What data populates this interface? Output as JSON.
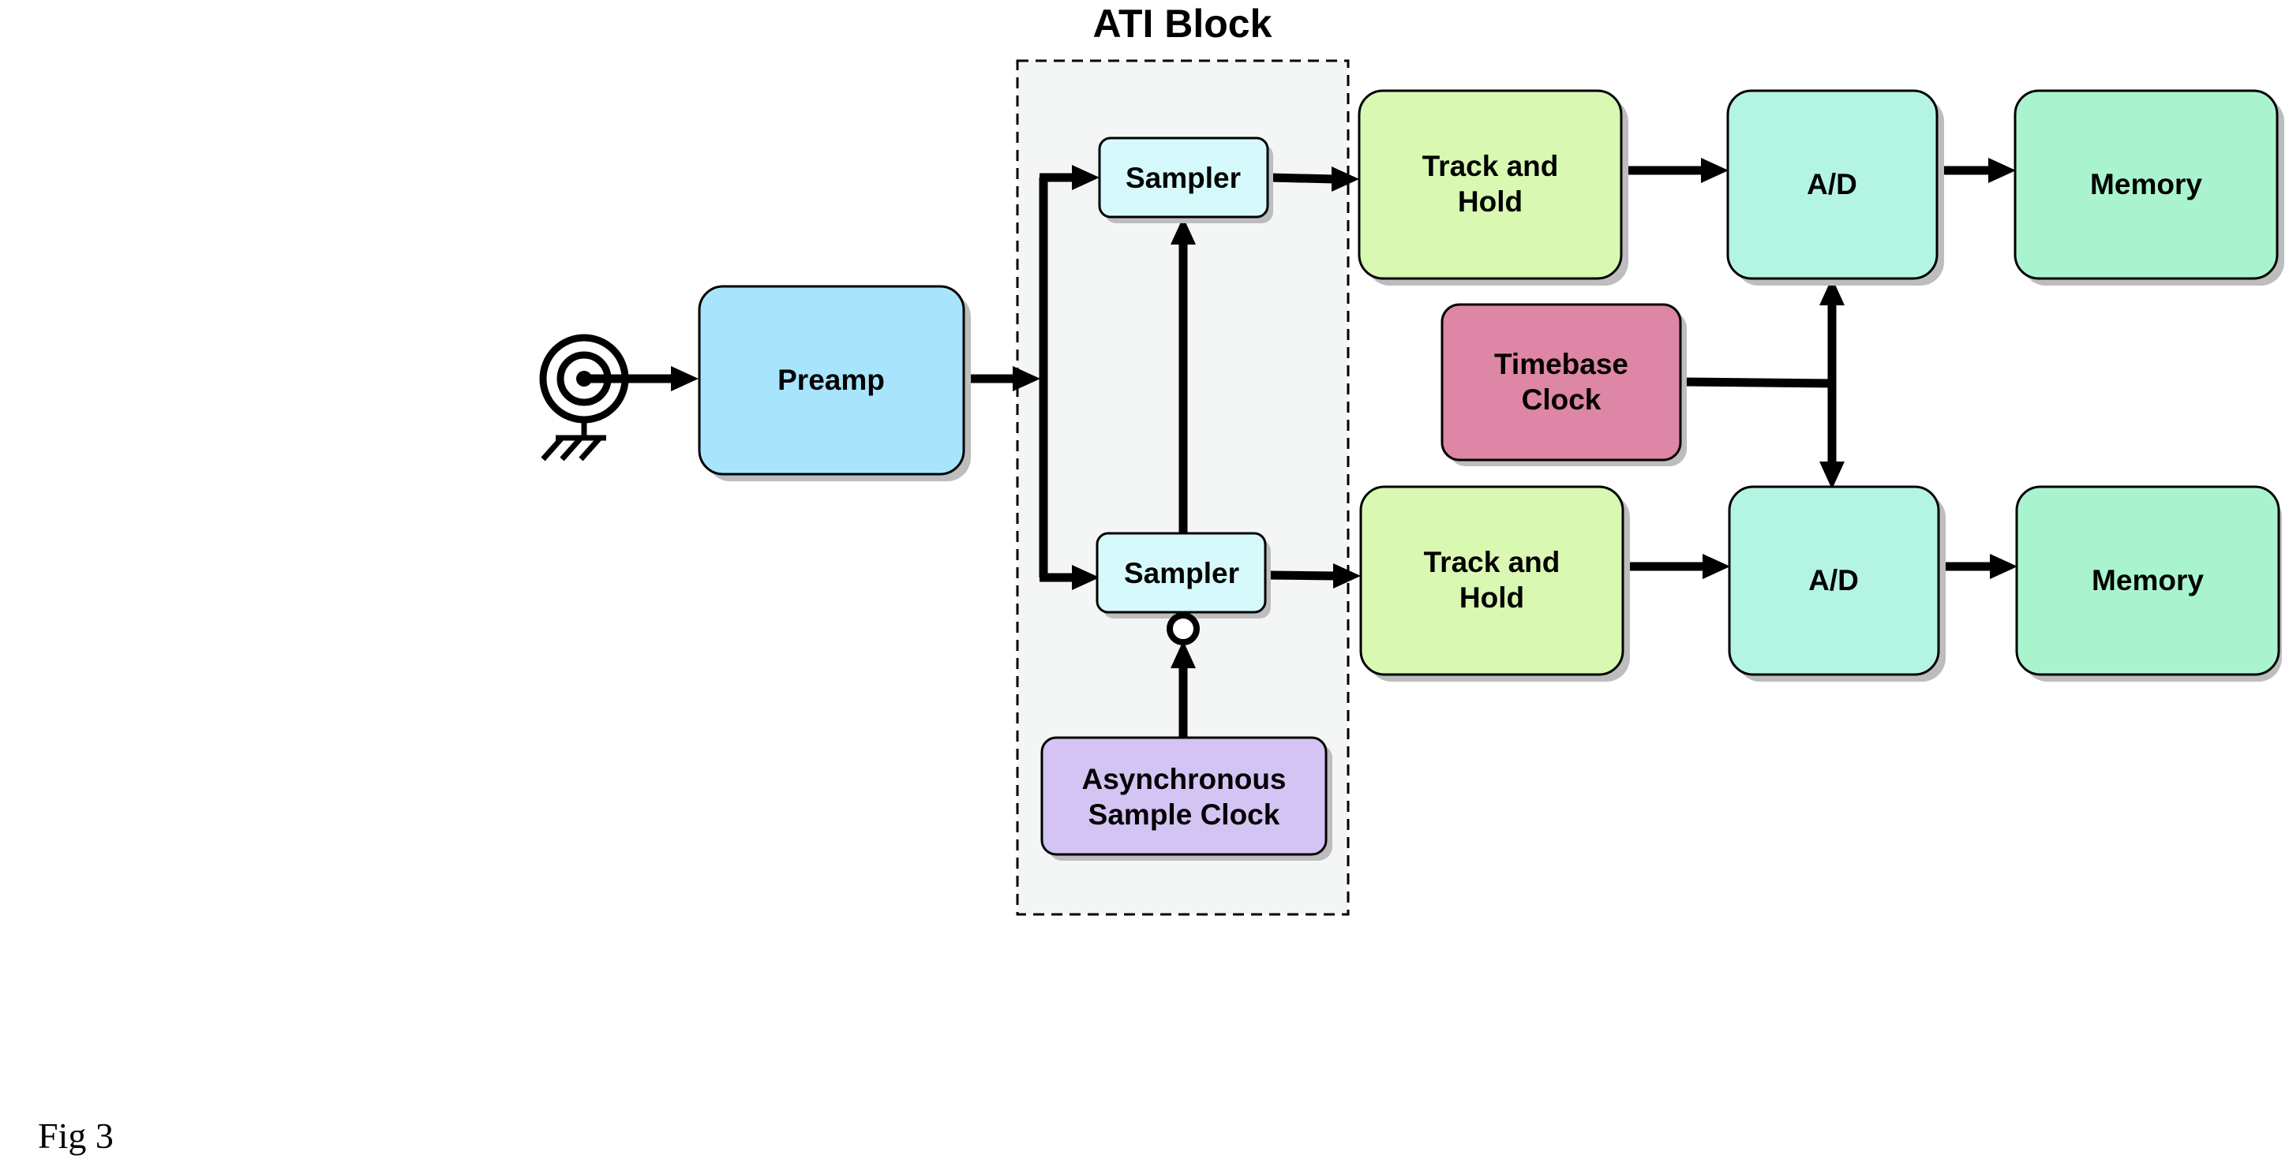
{
  "title": "ATI Block",
  "caption": "Fig 3",
  "blocks": {
    "preamp": {
      "label": "Preamp",
      "color": "#a8e4fc"
    },
    "sampler_top": {
      "label": "Sampler",
      "color": "#d6fafc"
    },
    "sampler_bottom": {
      "label": "Sampler",
      "color": "#d6fafc"
    },
    "async_clock": {
      "label_line1": "Asynchronous",
      "label_line2": "Sample Clock",
      "color": "#d3c4f3"
    },
    "track_hold_top": {
      "label_line1": "Track and",
      "label_line2": "Hold",
      "color": "#d9f8b2"
    },
    "track_hold_bottom": {
      "label_line1": "Track and",
      "label_line2": "Hold",
      "color": "#d9f8b2"
    },
    "ad_top": {
      "label": "A/D",
      "color": "#b4f4e3"
    },
    "ad_bottom": {
      "label": "A/D",
      "color": "#b4f4e3"
    },
    "memory_top": {
      "label": "Memory",
      "color": "#a9f4ce"
    },
    "memory_bottom": {
      "label": "Memory",
      "color": "#a9f4ce"
    },
    "timebase_clock": {
      "label_line1": "Timebase",
      "label_line2": "Clock",
      "color": "#de86a6"
    }
  },
  "ati_region_color": "#f3f6f5",
  "icons": {
    "input": "antenna-icon",
    "inverter": "inversion-bubble-icon"
  }
}
